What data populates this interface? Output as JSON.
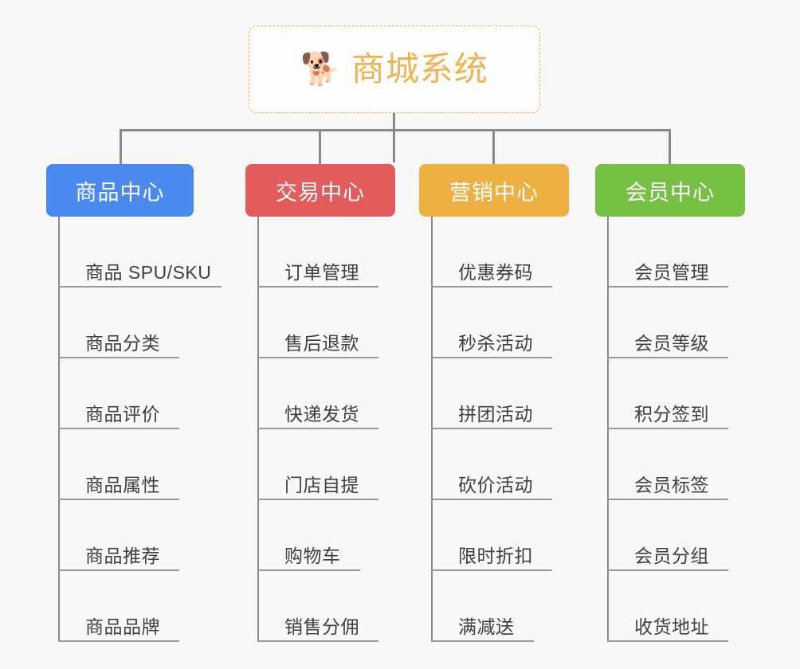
{
  "page": {
    "background_color": "#f8f8f8",
    "title": "商城系统"
  },
  "root": {
    "icon": "shiba-dog-face-emoji",
    "emoji": "🐕",
    "label": "商城系统",
    "text_color": "#efb350",
    "border_color": "#f0b44a",
    "background_color": "#fefefe"
  },
  "branches": [
    {
      "label": "商品中心",
      "color": "#4a89ee",
      "items": [
        {
          "label": "商品 SPU/SKU",
          "underline_width": 205
        },
        {
          "label": "商品分类",
          "underline_width": 152
        },
        {
          "label": "商品评价",
          "underline_width": 152
        },
        {
          "label": "商品属性",
          "underline_width": 152
        },
        {
          "label": "商品推荐",
          "underline_width": 152
        },
        {
          "label": "商品品牌",
          "underline_width": 152
        }
      ]
    },
    {
      "label": "交易中心",
      "color": "#e25c5c",
      "items": [
        {
          "label": "订单管理",
          "underline_width": 152
        },
        {
          "label": "售后退款",
          "underline_width": 152
        },
        {
          "label": "快递发货",
          "underline_width": 152
        },
        {
          "label": "门店自提",
          "underline_width": 152
        },
        {
          "label": "购物车",
          "underline_width": 129
        },
        {
          "label": "销售分佣",
          "underline_width": 152
        }
      ]
    },
    {
      "label": "营销中心",
      "color": "#eeaf43",
      "items": [
        {
          "label": "优惠券码",
          "underline_width": 152
        },
        {
          "label": "秒杀活动",
          "underline_width": 152
        },
        {
          "label": "拼团活动",
          "underline_width": 152
        },
        {
          "label": "砍价活动",
          "underline_width": 152
        },
        {
          "label": "限时折扣",
          "underline_width": 152
        },
        {
          "label": "满减送",
          "underline_width": 129
        }
      ]
    },
    {
      "label": "会员中心",
      "color": "#76c043",
      "items": [
        {
          "label": "会员管理",
          "underline_width": 152
        },
        {
          "label": "会员等级",
          "underline_width": 152
        },
        {
          "label": "积分签到",
          "underline_width": 152
        },
        {
          "label": "会员标签",
          "underline_width": 152
        },
        {
          "label": "会员分组",
          "underline_width": 152
        },
        {
          "label": "收货地址",
          "underline_width": 152
        }
      ]
    }
  ],
  "connector": {
    "color": "#8a8a8a"
  }
}
